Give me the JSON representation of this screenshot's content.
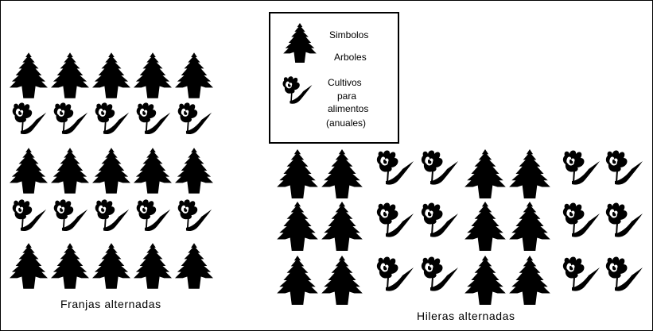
{
  "legend": {
    "title": "Simbolos",
    "tree_label": "Arboles",
    "crop_label_lines": [
      "Cultivos",
      "para",
      "alimentos",
      "(anuales)"
    ]
  },
  "captions": {
    "left": "Franjas alternadas",
    "right": "Hileras alternadas"
  },
  "symbols": {
    "tree": "tree-icon",
    "crop": "crop-plant-icon"
  },
  "layouts": {
    "franjas_alternadas": {
      "rows": [
        [
          "tree",
          "tree",
          "tree",
          "tree",
          "tree"
        ],
        [
          "crop",
          "crop",
          "crop",
          "crop",
          "crop"
        ],
        [
          "tree",
          "tree",
          "tree",
          "tree",
          "tree"
        ],
        [
          "crop",
          "crop",
          "crop",
          "crop",
          "crop"
        ],
        [
          "tree",
          "tree",
          "tree",
          "tree",
          "tree"
        ]
      ]
    },
    "hileras_alternadas": {
      "rows": [
        [
          "tree",
          "tree",
          "crop",
          "crop",
          "tree",
          "tree",
          "crop",
          "crop"
        ],
        [
          "tree",
          "tree",
          "crop",
          "crop",
          "tree",
          "tree",
          "crop",
          "crop"
        ],
        [
          "tree",
          "tree",
          "crop",
          "crop",
          "tree",
          "tree",
          "crop",
          "crop"
        ]
      ]
    }
  },
  "colors": {
    "ink": "#000000",
    "paper": "#ffffff"
  }
}
